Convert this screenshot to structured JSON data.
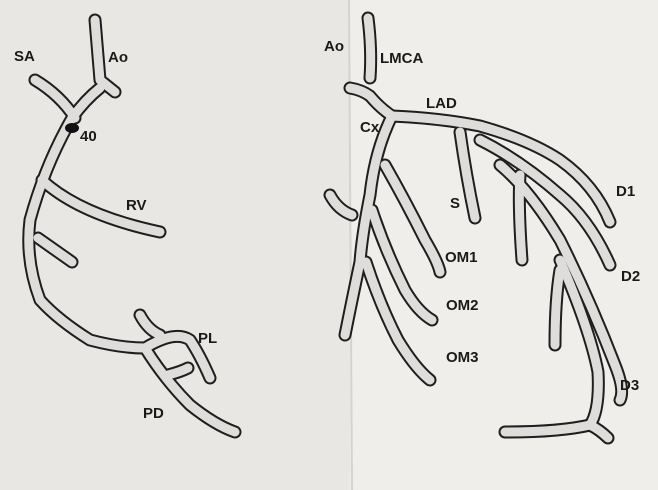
{
  "diagram": {
    "right_coronary": {
      "labels": {
        "sa": "SA",
        "ao": "Ao",
        "stenosis": "40",
        "rv": "RV",
        "pl": "PL",
        "pd": "PD"
      }
    },
    "left_coronary": {
      "labels": {
        "ao": "Ao",
        "lmca": "LMCA",
        "lad": "LAD",
        "cx": "Cx",
        "s": "S",
        "om1": "OM1",
        "om2": "OM2",
        "om3": "OM3",
        "d1": "D1",
        "d2": "D2",
        "d3": "D3"
      }
    }
  }
}
